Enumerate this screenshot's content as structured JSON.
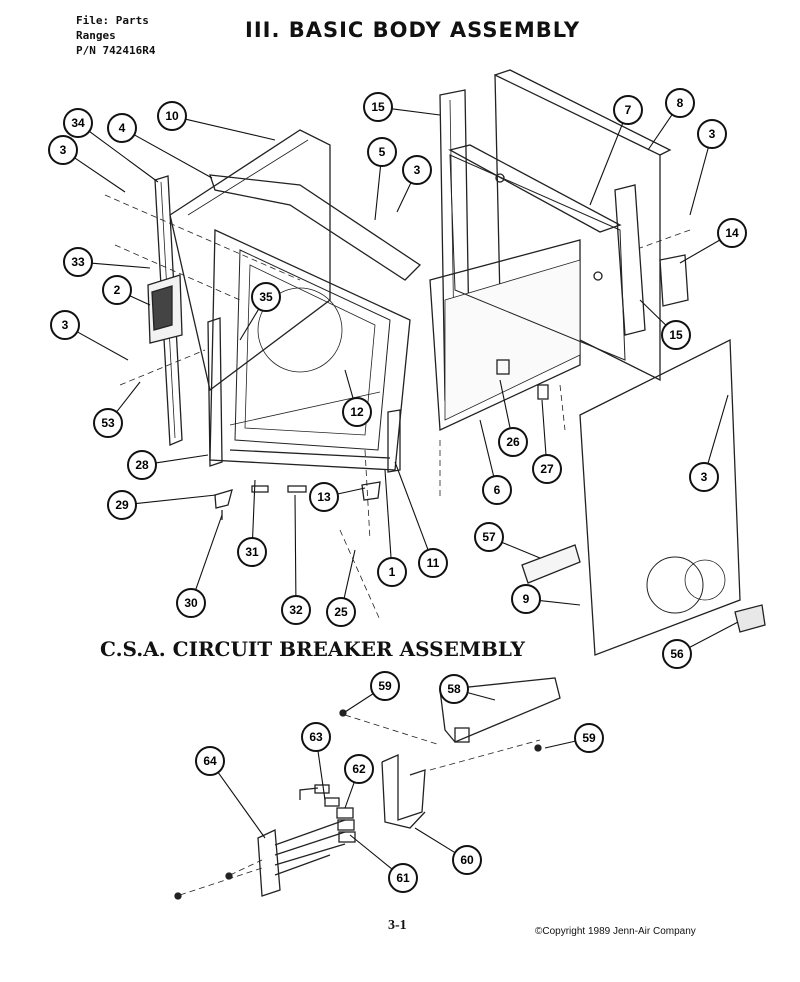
{
  "header": {
    "file_line": "File: Parts",
    "category_line": "Ranges",
    "part_number_line": "P/N 742416R4"
  },
  "title": "III. BASIC BODY ASSEMBLY",
  "csa_title": "C.S.A. CIRCUIT BREAKER ASSEMBLY",
  "footer": {
    "page_number": "3-1",
    "copyright": "©Copyright 1989 Jenn-Air Company"
  },
  "callouts": [
    "34",
    "4",
    "10",
    "15",
    "7",
    "8",
    "3",
    "5",
    "3",
    "3",
    "14",
    "33",
    "2",
    "35",
    "3",
    "15",
    "53",
    "12",
    "26",
    "27",
    "3",
    "28",
    "6",
    "29",
    "13",
    "11",
    "1",
    "31",
    "57",
    "32",
    "30",
    "25",
    "9",
    "56",
    "59",
    "58",
    "63",
    "59",
    "64",
    "62",
    "60",
    "61"
  ]
}
